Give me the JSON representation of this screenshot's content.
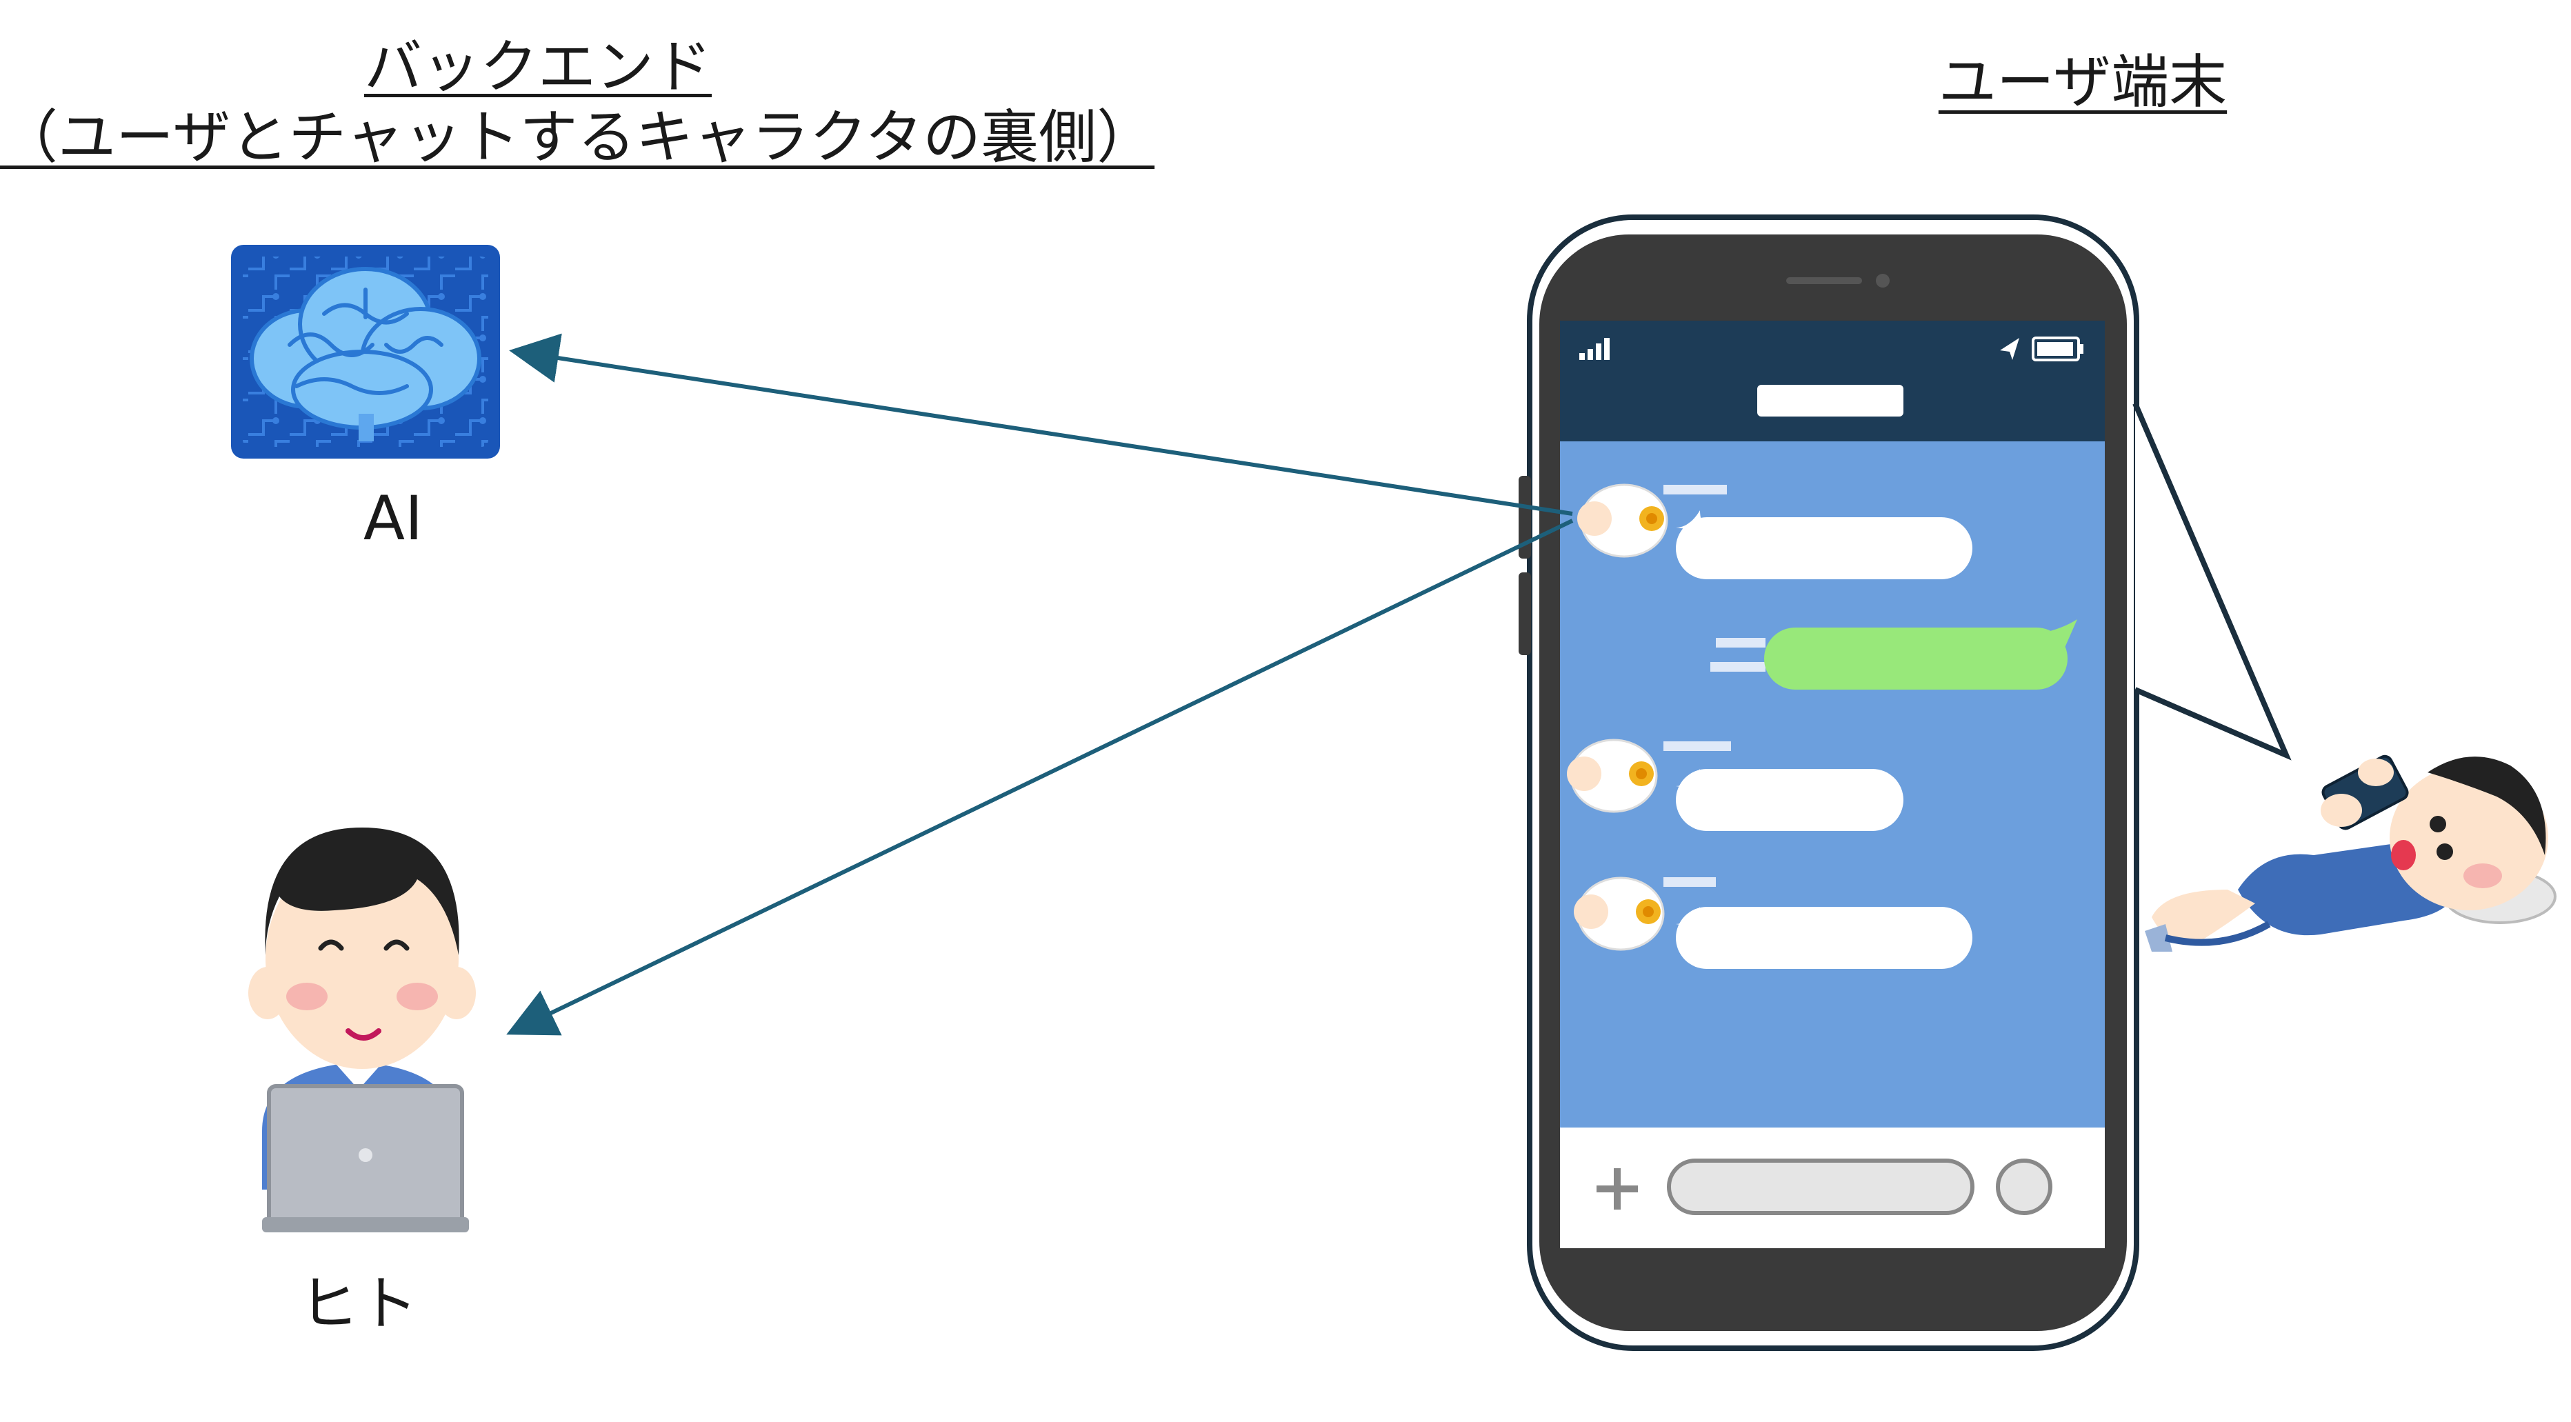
{
  "labels": {
    "backend_line1": "バックエンド",
    "backend_line2": "（ユーザとチャットするキャラクタの裏側）",
    "user_device": "ユーザ端末",
    "ai": "AI",
    "human": "ヒト"
  },
  "icons": {
    "ai": "ai-brain-chip-icon",
    "human": "person-with-laptop-icon",
    "device": "smartphone-chat-icon",
    "user": "boy-lying-with-phone-icon",
    "avatar": "sheep-avatar-icon"
  },
  "colors": {
    "arrow": "#1d5f7a",
    "phone_header": "#1d3c57",
    "chat_background": "#6c9fdd",
    "incoming_bubble": "#ffffff",
    "outgoing_bubble": "#98e87a",
    "ai_board": "#1a56b8"
  }
}
